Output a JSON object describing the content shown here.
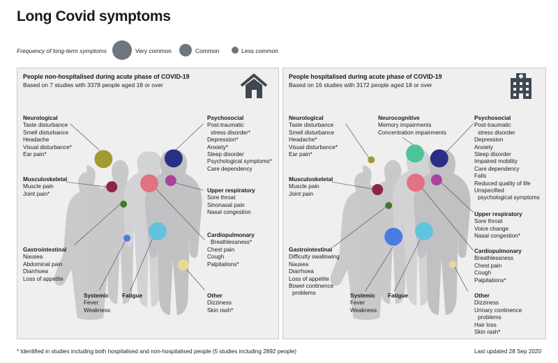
{
  "title": "Long Covid symptoms",
  "legend": {
    "label": "Frequency of long-term symptoms",
    "very_common": "Very common",
    "common": "Common",
    "less_common": "Less common"
  },
  "panels": {
    "left": {
      "title": "People non-hospitalised during acute phase of COVID-19",
      "subtitle": "Based on 7 studies with 3378 people aged 18 or over",
      "icon": "house-icon",
      "groups": [
        {
          "name": "Neurological",
          "items": [
            "Taste disturbance",
            "Smell disturbance",
            "Headache",
            "Visual disturbance*",
            "Ear pain*"
          ],
          "color": "#a39a30",
          "frequency": "very common"
        },
        {
          "name": "Psychosocial",
          "items": [
            "Post-traumatic",
            "stress disorder*",
            "Depression*",
            "Anxiety*",
            "Sleep disorder",
            "Psychological symptoms*",
            "Care dependency"
          ],
          "color": "#2a2f86",
          "frequency": "very common"
        },
        {
          "name": "Musculoskeletal",
          "items": [
            "Muscle pain",
            "Joint pain*"
          ],
          "color": "#8e2449",
          "frequency": "common"
        },
        {
          "name": "Upper respiratory",
          "items": [
            "Sore throat",
            "Sinonasal pain",
            "Nasal congestion"
          ],
          "color": "#a9449b",
          "frequency": "common"
        },
        {
          "name": "Cardiopulmonary",
          "items": [
            "Breathlessness*",
            "Chest pain",
            "Cough",
            "Palpitations*"
          ],
          "color": "#e0737f",
          "frequency": "very common"
        },
        {
          "name": "Gastrointestinal",
          "items": [
            "Nausea",
            "Abdominal pain",
            "Diarrhoea",
            "Loss of appetite"
          ],
          "color": "#3d7a2c",
          "frequency": "less common"
        },
        {
          "name": "Systemic",
          "items": [
            "Fever",
            "Weakness"
          ],
          "color": "#4a7be0",
          "frequency": "less common"
        },
        {
          "name": "Fatigue",
          "items": [],
          "color": "#62c3dc",
          "frequency": "very common"
        },
        {
          "name": "Other",
          "items": [
            "Dizziness",
            "Skin rash*"
          ],
          "color": "#e9d898",
          "frequency": "common"
        }
      ]
    },
    "right": {
      "title": "People hospitalised during acute phase of COVID-19",
      "subtitle": "Based on 16 studies with 3172 people aged 18 or over",
      "icon": "hospital-icon",
      "groups": [
        {
          "name": "Neurological",
          "items": [
            "Taste disturbance",
            "Smell disturbance",
            "Headache*",
            "Visual disturbance*",
            "Ear pain*"
          ],
          "color": "#a39a30",
          "frequency": "less common"
        },
        {
          "name": "Neurocognitive",
          "items": [
            "Memory impairments",
            "Concentration impairments"
          ],
          "color": "#4cc49b",
          "frequency": "very common"
        },
        {
          "name": "Psychosocial",
          "items": [
            "Post-traumatic",
            "stress disorder",
            "Depression",
            "Anxiety",
            "Sleep disorder",
            "Impaired mobility",
            "Care dependency",
            "Falls",
            "Reduced quality of life",
            "Unspecified",
            "psychological symptoms"
          ],
          "color": "#2a2f86",
          "frequency": "very common"
        },
        {
          "name": "Musculoskeletal",
          "items": [
            "Muscle pain",
            "Joint pain"
          ],
          "color": "#8e2449",
          "frequency": "common"
        },
        {
          "name": "Upper respiratory",
          "items": [
            "Sore throat",
            "Voice change",
            "Nasal congestion*"
          ],
          "color": "#a9449b",
          "frequency": "common"
        },
        {
          "name": "Cardiopulmonary",
          "items": [
            "Breathlessness",
            "Chest pain",
            "Cough",
            "Palpitations*"
          ],
          "color": "#e0737f",
          "frequency": "very common"
        },
        {
          "name": "Gastrointestinal",
          "items": [
            "Difficulty swallowing",
            "Nausea",
            "Diarrhoea",
            "Loss of appetite",
            "Bowel continence",
            "problems"
          ],
          "color": "#3d7a2c",
          "frequency": "less common"
        },
        {
          "name": "Systemic",
          "items": [
            "Fever",
            "Weakness"
          ],
          "color": "#4a7be0",
          "frequency": "very common"
        },
        {
          "name": "Fatigue",
          "items": [],
          "color": "#62c3dc",
          "frequency": "very common"
        },
        {
          "name": "Other",
          "items": [
            "Dizziness",
            "Urinary continence",
            "problems",
            "Hair loss",
            "Skin rash*"
          ],
          "color": "#e9d898",
          "frequency": "less common"
        }
      ]
    }
  },
  "footnote": "* Identified in studies including both hospitalised and non-hospitalised people (5 studies including 2892 people)",
  "last_updated": "Last updated 28 Sep 2020"
}
